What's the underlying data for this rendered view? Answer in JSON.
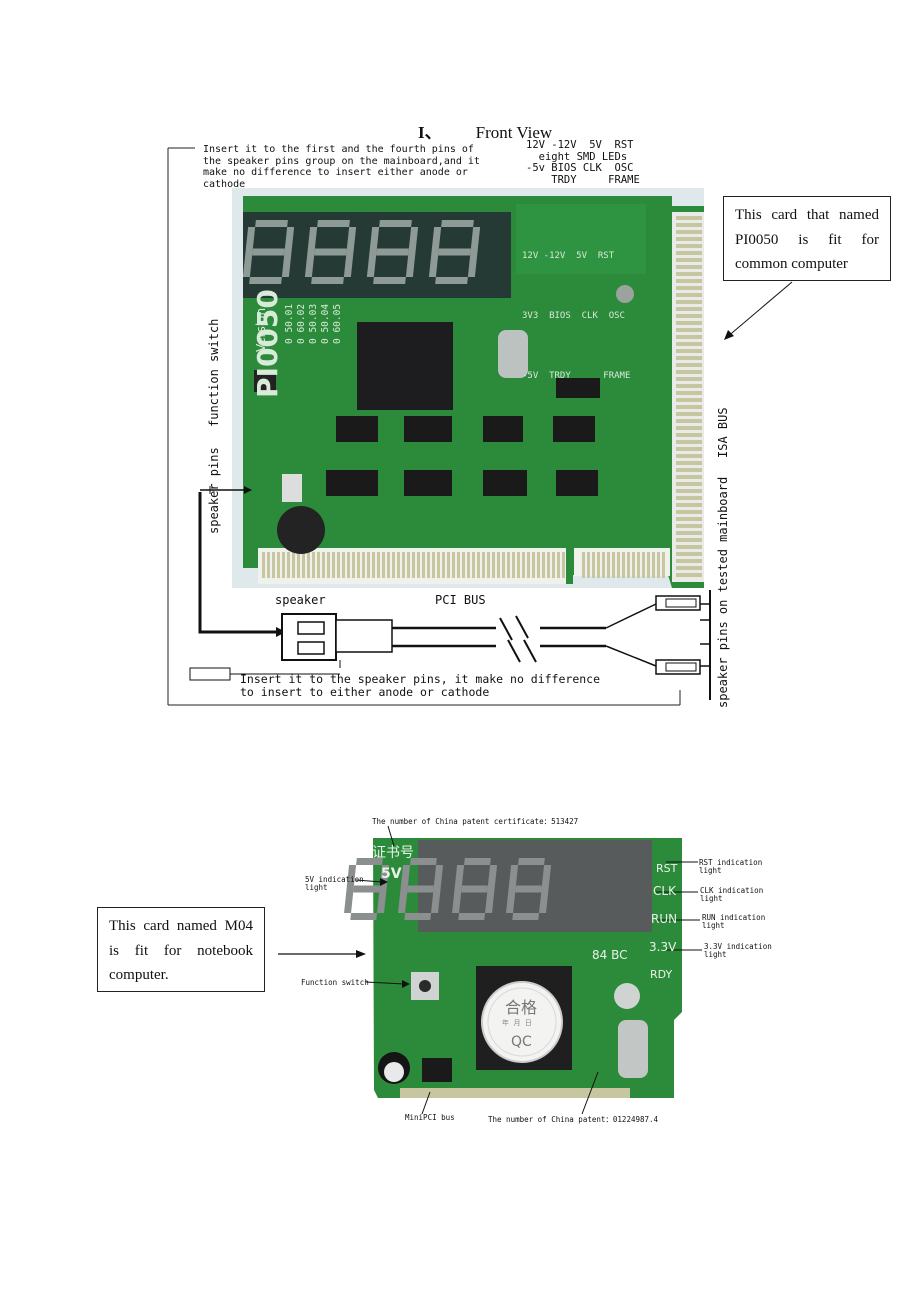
{
  "section_title": {
    "number": "I、",
    "text": "Front View"
  },
  "front": {
    "note_speaker_top": [
      "Insert it to the first and the fourth pins of",
      "the speaker pins group on the mainboard,and it",
      "make no difference to insert either  anode or",
      "cathode"
    ],
    "led_legend": [
      "12V -12V  5V  RST",
      "  eight SMD LEDs",
      "-5v BIOS CLK  OSC",
      "    TRDY     FRAME"
    ],
    "card_box": "This card that named PI0050 is fit for common computer",
    "isa_label": "ISA BUS",
    "function_switch_label": "function switch",
    "speaker_pins_label": "speaker pins",
    "speaker_label": "speaker",
    "pci_label": "PCI BUS",
    "tested_label": "speaker pins on tested mainboard",
    "note_speaker_bottom": [
      "Insert it to the speaker pins, it make no difference",
      "to insert to either anode or cathode"
    ],
    "board_print": {
      "model": "PI0050",
      "version": "Version",
      "codes": [
        "0 50.01",
        "0 60.02",
        "0 50.03",
        "0 50.04",
        "0 60.05"
      ],
      "top_right": [
        "12V -12V  5V  RST",
        "3V3  BIOS  CLK  OSC",
        "-5V  TRDY      FRAME"
      ]
    }
  },
  "notebook": {
    "patent_cert": "The number of China patent certificate：513427",
    "patent_num": "The number of China patent：01224987.4",
    "card_box": "This card named M04 is fit for notebook computer.",
    "labels": {
      "v5": [
        "5V indication",
        "light"
      ],
      "rst": [
        "RST indication",
        "light"
      ],
      "clk": [
        "CLK indication",
        "light"
      ],
      "run": [
        "RUN indication",
        "light"
      ],
      "v33": [
        "3.3V indication",
        "light"
      ],
      "func": "Function switch",
      "minipci": "MiniPCI bus"
    },
    "board_print": {
      "cn": "证书号",
      "v5": "5V",
      "rst": "RST",
      "clk": "CLK",
      "run": "RUN",
      "v33": "3.3V",
      "rdy": "RDY",
      "qc_cn": "合格",
      "qc_date": "年  月  日",
      "qc": "QC",
      "model": "84 BC"
    }
  },
  "colors": {
    "pcb": "#2c8b3a",
    "pcb_dark": "#1d6a2a",
    "led": "#7e8a86",
    "gold": "#c8c6a0"
  }
}
